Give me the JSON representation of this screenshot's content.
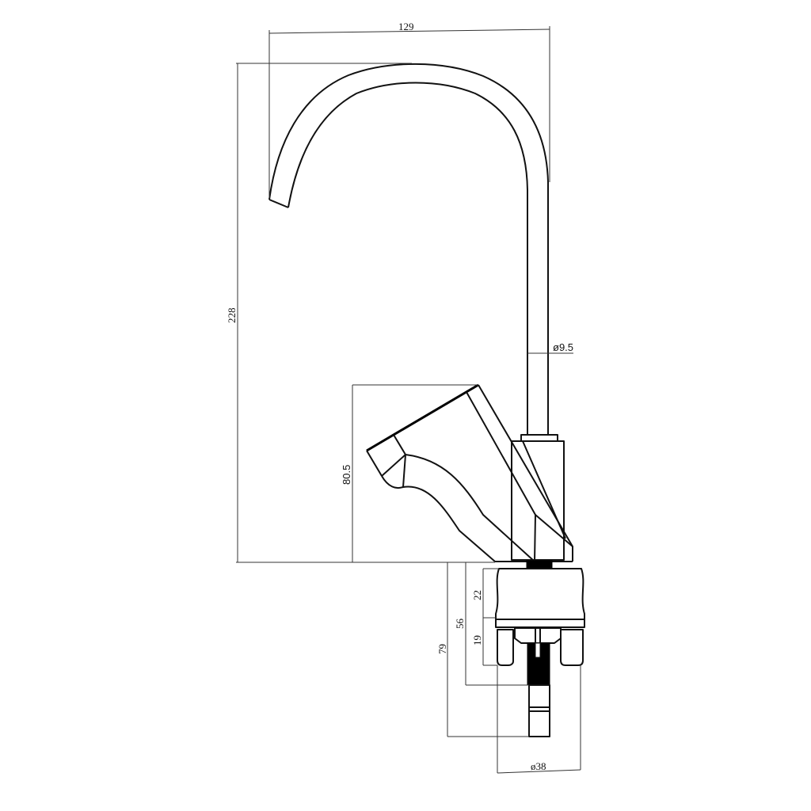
{
  "drawing": {
    "subject": "Faucet side elevation with dimensions",
    "units": "mm",
    "colors": {
      "line": "#111111",
      "background": "#ffffff"
    }
  },
  "dimensions": {
    "spout_reach": "129",
    "overall_height": "228",
    "spout_tube_diameter": "ø9.5",
    "lever_height": "80.5",
    "base_body_height": "22",
    "base_flange_height": "19",
    "shank_thread_length": "56",
    "total_below_deck": "79",
    "base_diameter": "ø38"
  }
}
